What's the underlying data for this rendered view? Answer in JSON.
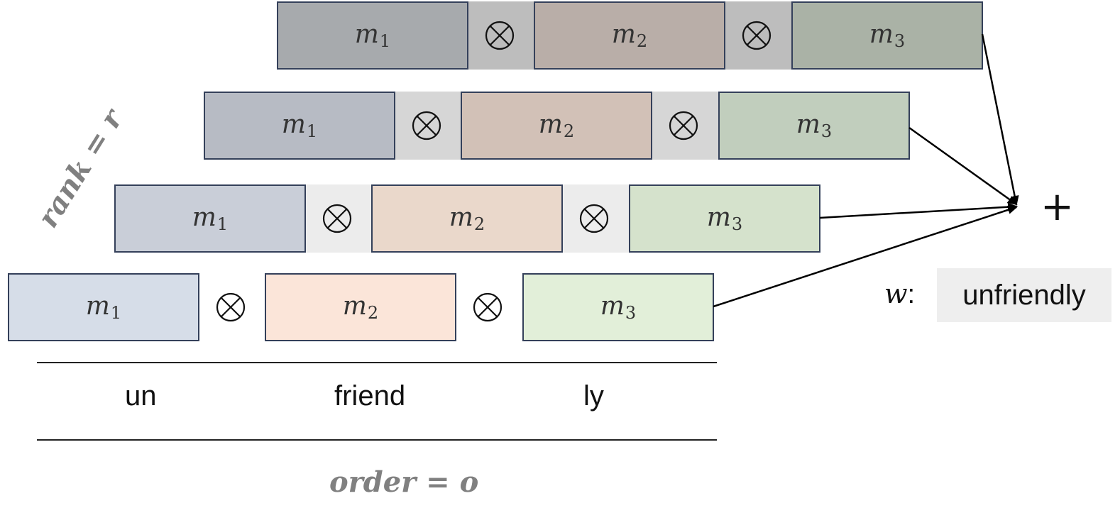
{
  "rows": [
    {
      "name": "rank-row-4",
      "strip_color": "#bdbdbd",
      "colors": [
        "#a7aaad",
        "#b9aea8",
        "#aab2a6"
      ],
      "factors": [
        {
          "base": "m",
          "sub": "1"
        },
        {
          "base": "m",
          "sub": "2"
        },
        {
          "base": "m",
          "sub": "3"
        }
      ]
    },
    {
      "name": "rank-row-3",
      "strip_color": "#d6d6d6",
      "colors": [
        "#b7bbc4",
        "#d2c1b7",
        "#c1cebd"
      ],
      "factors": [
        {
          "base": "m",
          "sub": "1"
        },
        {
          "base": "m",
          "sub": "2"
        },
        {
          "base": "m",
          "sub": "3"
        }
      ]
    },
    {
      "name": "rank-row-2",
      "strip_color": "#ececec",
      "colors": [
        "#c9ced8",
        "#ead8cb",
        "#d5e2cc"
      ],
      "factors": [
        {
          "base": "m",
          "sub": "1"
        },
        {
          "base": "m",
          "sub": "2"
        },
        {
          "base": "m",
          "sub": "3"
        }
      ]
    },
    {
      "name": "rank-row-1",
      "strip_color": "#ffffff",
      "colors": [
        "#d6dde8",
        "#fbe5d9",
        "#e2efd9"
      ],
      "factors": [
        {
          "base": "m",
          "sub": "1"
        },
        {
          "base": "m",
          "sub": "2"
        },
        {
          "base": "m",
          "sub": "3"
        }
      ]
    }
  ],
  "operator_symbol": "⊗",
  "morphemes": [
    "un",
    "friend",
    "ly"
  ],
  "rank_label": "rank = r",
  "order_label": "order = o",
  "plus_symbol": "+",
  "word_var": "w",
  "word_colon": ":",
  "word": "unfriendly"
}
